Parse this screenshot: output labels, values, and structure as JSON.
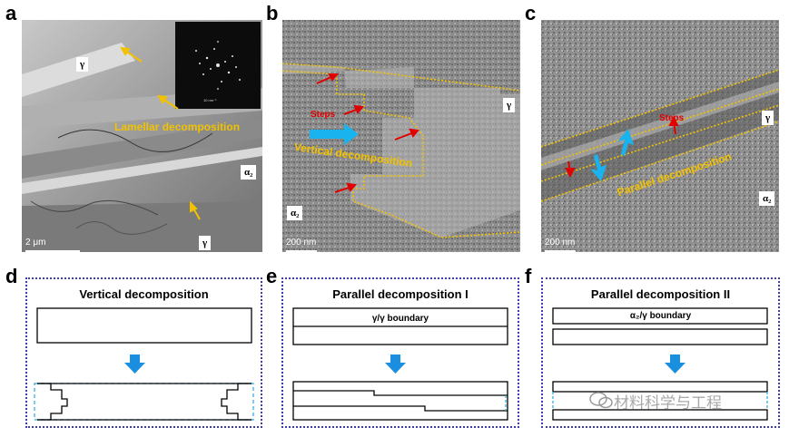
{
  "panels_top": {
    "a": {
      "letter": "a",
      "gamma_label_1": "γ",
      "gamma_label_2": "γ",
      "alpha2_label": "α₂",
      "lamellar_label": "Lamellar decomposition",
      "scale_bar": "2 μm",
      "inset_scale": "10 nm⁻¹"
    },
    "b": {
      "letter": "b",
      "gamma_label": "γ",
      "alpha2_label": "α₂",
      "steps_label": "Steps",
      "decomp_label": "Vertical decomposition",
      "scale_bar": "200 nm"
    },
    "c": {
      "letter": "c",
      "gamma_label": "γ",
      "alpha2_label": "α₂",
      "steps_label": "Steps",
      "decomp_label": "Parallel decomposition",
      "scale_bar": "200 nm"
    }
  },
  "panels_bottom": {
    "d": {
      "letter": "d",
      "title": "Vertical decomposition"
    },
    "e": {
      "letter": "e",
      "title": "Parallel decomposition I",
      "boundary_label": "γ/γ boundary"
    },
    "f": {
      "letter": "f",
      "title": "Parallel decomposition II",
      "boundary_label": "α₂/γ boundary"
    }
  },
  "watermark": "材料科学与工程",
  "colors": {
    "yellow_label": "#f2c200",
    "red_arrow": "#e00000",
    "cyan_arrow": "#19b4f0",
    "blue_arrow": "#1a8fe0",
    "dotted_border": "#3b3bb0",
    "dashed_box": "#2aa8e0"
  }
}
